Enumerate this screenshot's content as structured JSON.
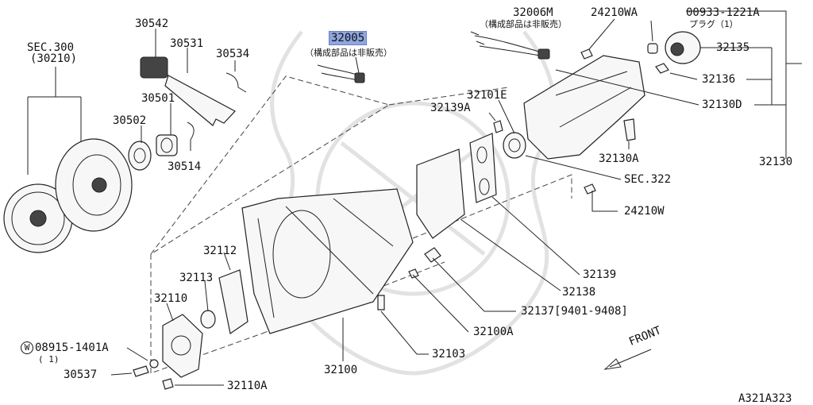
{
  "callout_labels": {
    "sec300": "SEC.300",
    "sec300_ref": "(30210)",
    "p30542": "30542",
    "p30531": "30531",
    "p30534": "30534",
    "p30501": "30501",
    "p30502": "30502",
    "p30514": "30514",
    "p32005": "32005",
    "p32005_note": "（構成部品は非販売）",
    "p32006M": "32006M",
    "p32006M_note": "（構成部品は非販売）",
    "p24210WA": "24210WA",
    "p00933": "00933-1221A",
    "p00933_note": "プラグ（1）",
    "p32135": "32135",
    "p32136": "32136",
    "p32130D": "32130D",
    "p32101E": "32101E",
    "p32139A": "32139A",
    "p32130A": "32130A",
    "p32130": "32130",
    "sec322": "SEC.322",
    "p24210W": "24210W",
    "p32112": "32112",
    "p32113": "32113",
    "p32110": "32110",
    "p32139": "32139",
    "p32138": "32138",
    "p32137": "32137[9401-9408]",
    "p32100A": "32100A",
    "p08915": "08915-1401A",
    "p08915_qty": "( 1)",
    "p08915_prefix": "W",
    "p32103": "32103",
    "p30537": "30537",
    "p32110A": "32110A",
    "p32100": "32100",
    "front": "FRONT",
    "diagram_id": "A321A323"
  }
}
